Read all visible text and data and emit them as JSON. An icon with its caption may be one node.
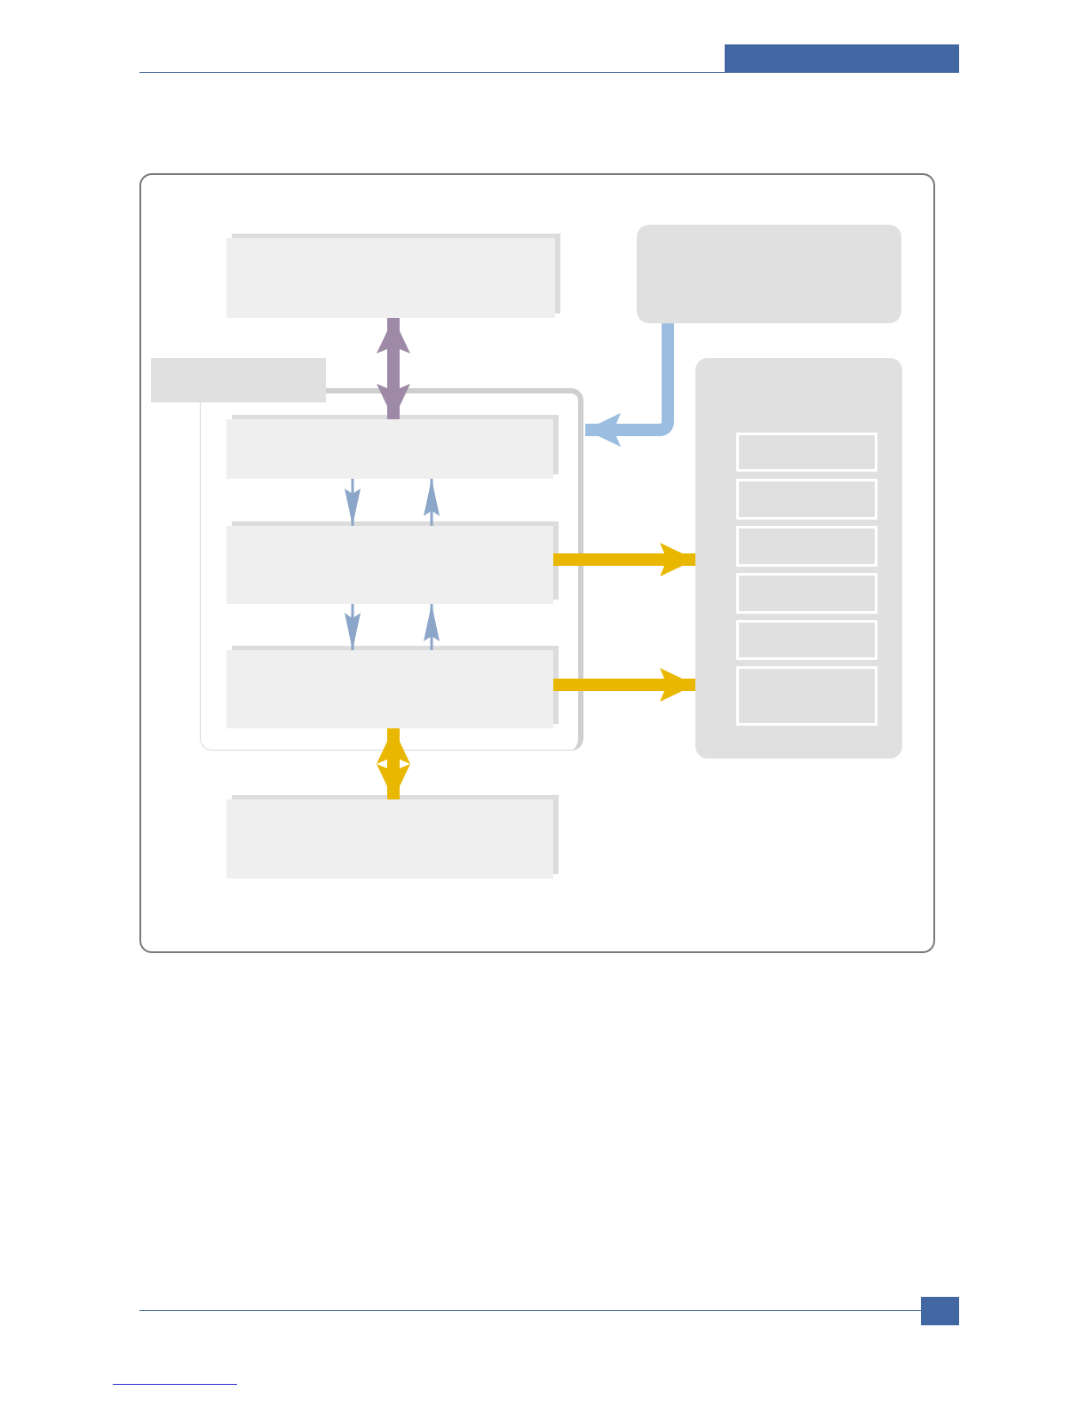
{
  "diagram": {
    "nodes": [
      {
        "text": [],
        "shape": "box"
      },
      {
        "text": [],
        "shape": "box",
        "in": 0
      },
      {
        "text": [],
        "shape": "box",
        "in": 0
      },
      {
        "text": [],
        "shape": "box",
        "in": 0
      },
      {
        "text": [],
        "shape": "box",
        "in": 2
      },
      {
        "text": [],
        "shape": "box",
        "in": 2
      },
      {
        "text": [],
        "shape": "box",
        "in": 2
      },
      {
        "text": [],
        "shape": "box",
        "in": 0
      },
      {
        "text": [],
        "shape": "box",
        "in": 0
      },
      {
        "text": [],
        "shape": "box",
        "in": 0
      },
      {
        "text": [],
        "shape": "box",
        "in": 9
      },
      {
        "text": [],
        "shape": "box",
        "in": 9
      },
      {
        "text": [],
        "shape": "box",
        "in": 9
      },
      {
        "text": [],
        "shape": "box",
        "in": 9
      },
      {
        "text": [],
        "shape": "box",
        "in": 9
      },
      {
        "text": [],
        "shape": "box",
        "in": 9
      }
    ],
    "edges": [
      {
        "from": 1,
        "to": 4,
        "arrow": "both",
        "color": "#9e8aa6"
      },
      {
        "from": 4,
        "to": 5,
        "arrow": "to",
        "color": "#8ba6c8"
      },
      {
        "from": 5,
        "to": 4,
        "arrow": "to",
        "color": "#8ba6c8"
      },
      {
        "from": 5,
        "to": 6,
        "arrow": "to",
        "color": "#8ba6c8"
      },
      {
        "from": 6,
        "to": 5,
        "arrow": "to",
        "color": "#8ba6c8"
      },
      {
        "from": 8,
        "to": 2,
        "arrow": "to",
        "color": "#9bbde0"
      },
      {
        "from": 5,
        "to": 9,
        "arrow": "to",
        "color": "#e9b700"
      },
      {
        "from": 6,
        "to": 9,
        "arrow": "to",
        "color": "#e9b700"
      },
      {
        "from": 6,
        "to": 7,
        "arrow": "both",
        "color": "#e9b700"
      }
    ]
  }
}
